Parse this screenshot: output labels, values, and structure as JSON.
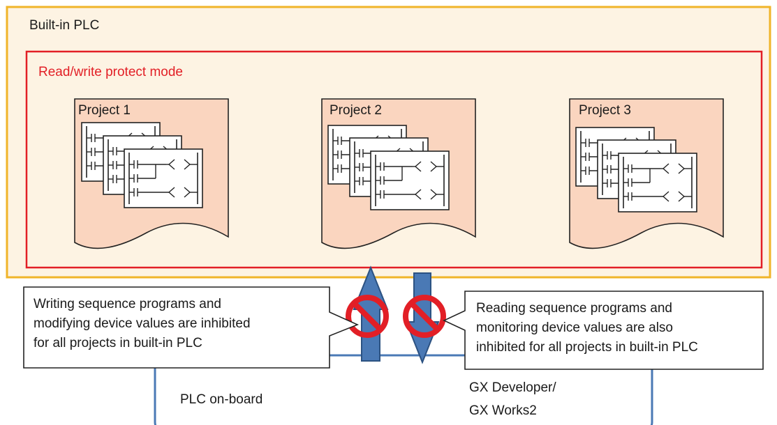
{
  "builtin_plc": {
    "title": "Built-in PLC"
  },
  "protect_mode": {
    "title": "Read/write protect mode"
  },
  "projects": [
    {
      "name": "Project 1"
    },
    {
      "name": "Project 2"
    },
    {
      "name": "Project 3"
    }
  ],
  "callouts": {
    "write": {
      "lines": [
        "Writing sequence programs and",
        "modifying device values are inhibited",
        "for all projects in built-in PLC"
      ]
    },
    "read": {
      "lines": [
        "Reading sequence programs and",
        "monitoring device values are also",
        "inhibited for all projects in built-in PLC"
      ]
    }
  },
  "bottom": {
    "left_label": "PLC on-board",
    "right_label_line1": "GX Developer/",
    "right_label_line2": "GX Works2"
  },
  "colors": {
    "outer_border": "#f0b429",
    "outer_fill": "#fdf3e3",
    "protect_border": "#e21f26",
    "protect_text": "#e21f26",
    "project_fill": "#fad5bf",
    "arrow_fill": "#4a79b5",
    "arrow_stroke": "#2c5282",
    "prohibit_red": "#e21f26",
    "bottom_border": "#4a79b5"
  }
}
